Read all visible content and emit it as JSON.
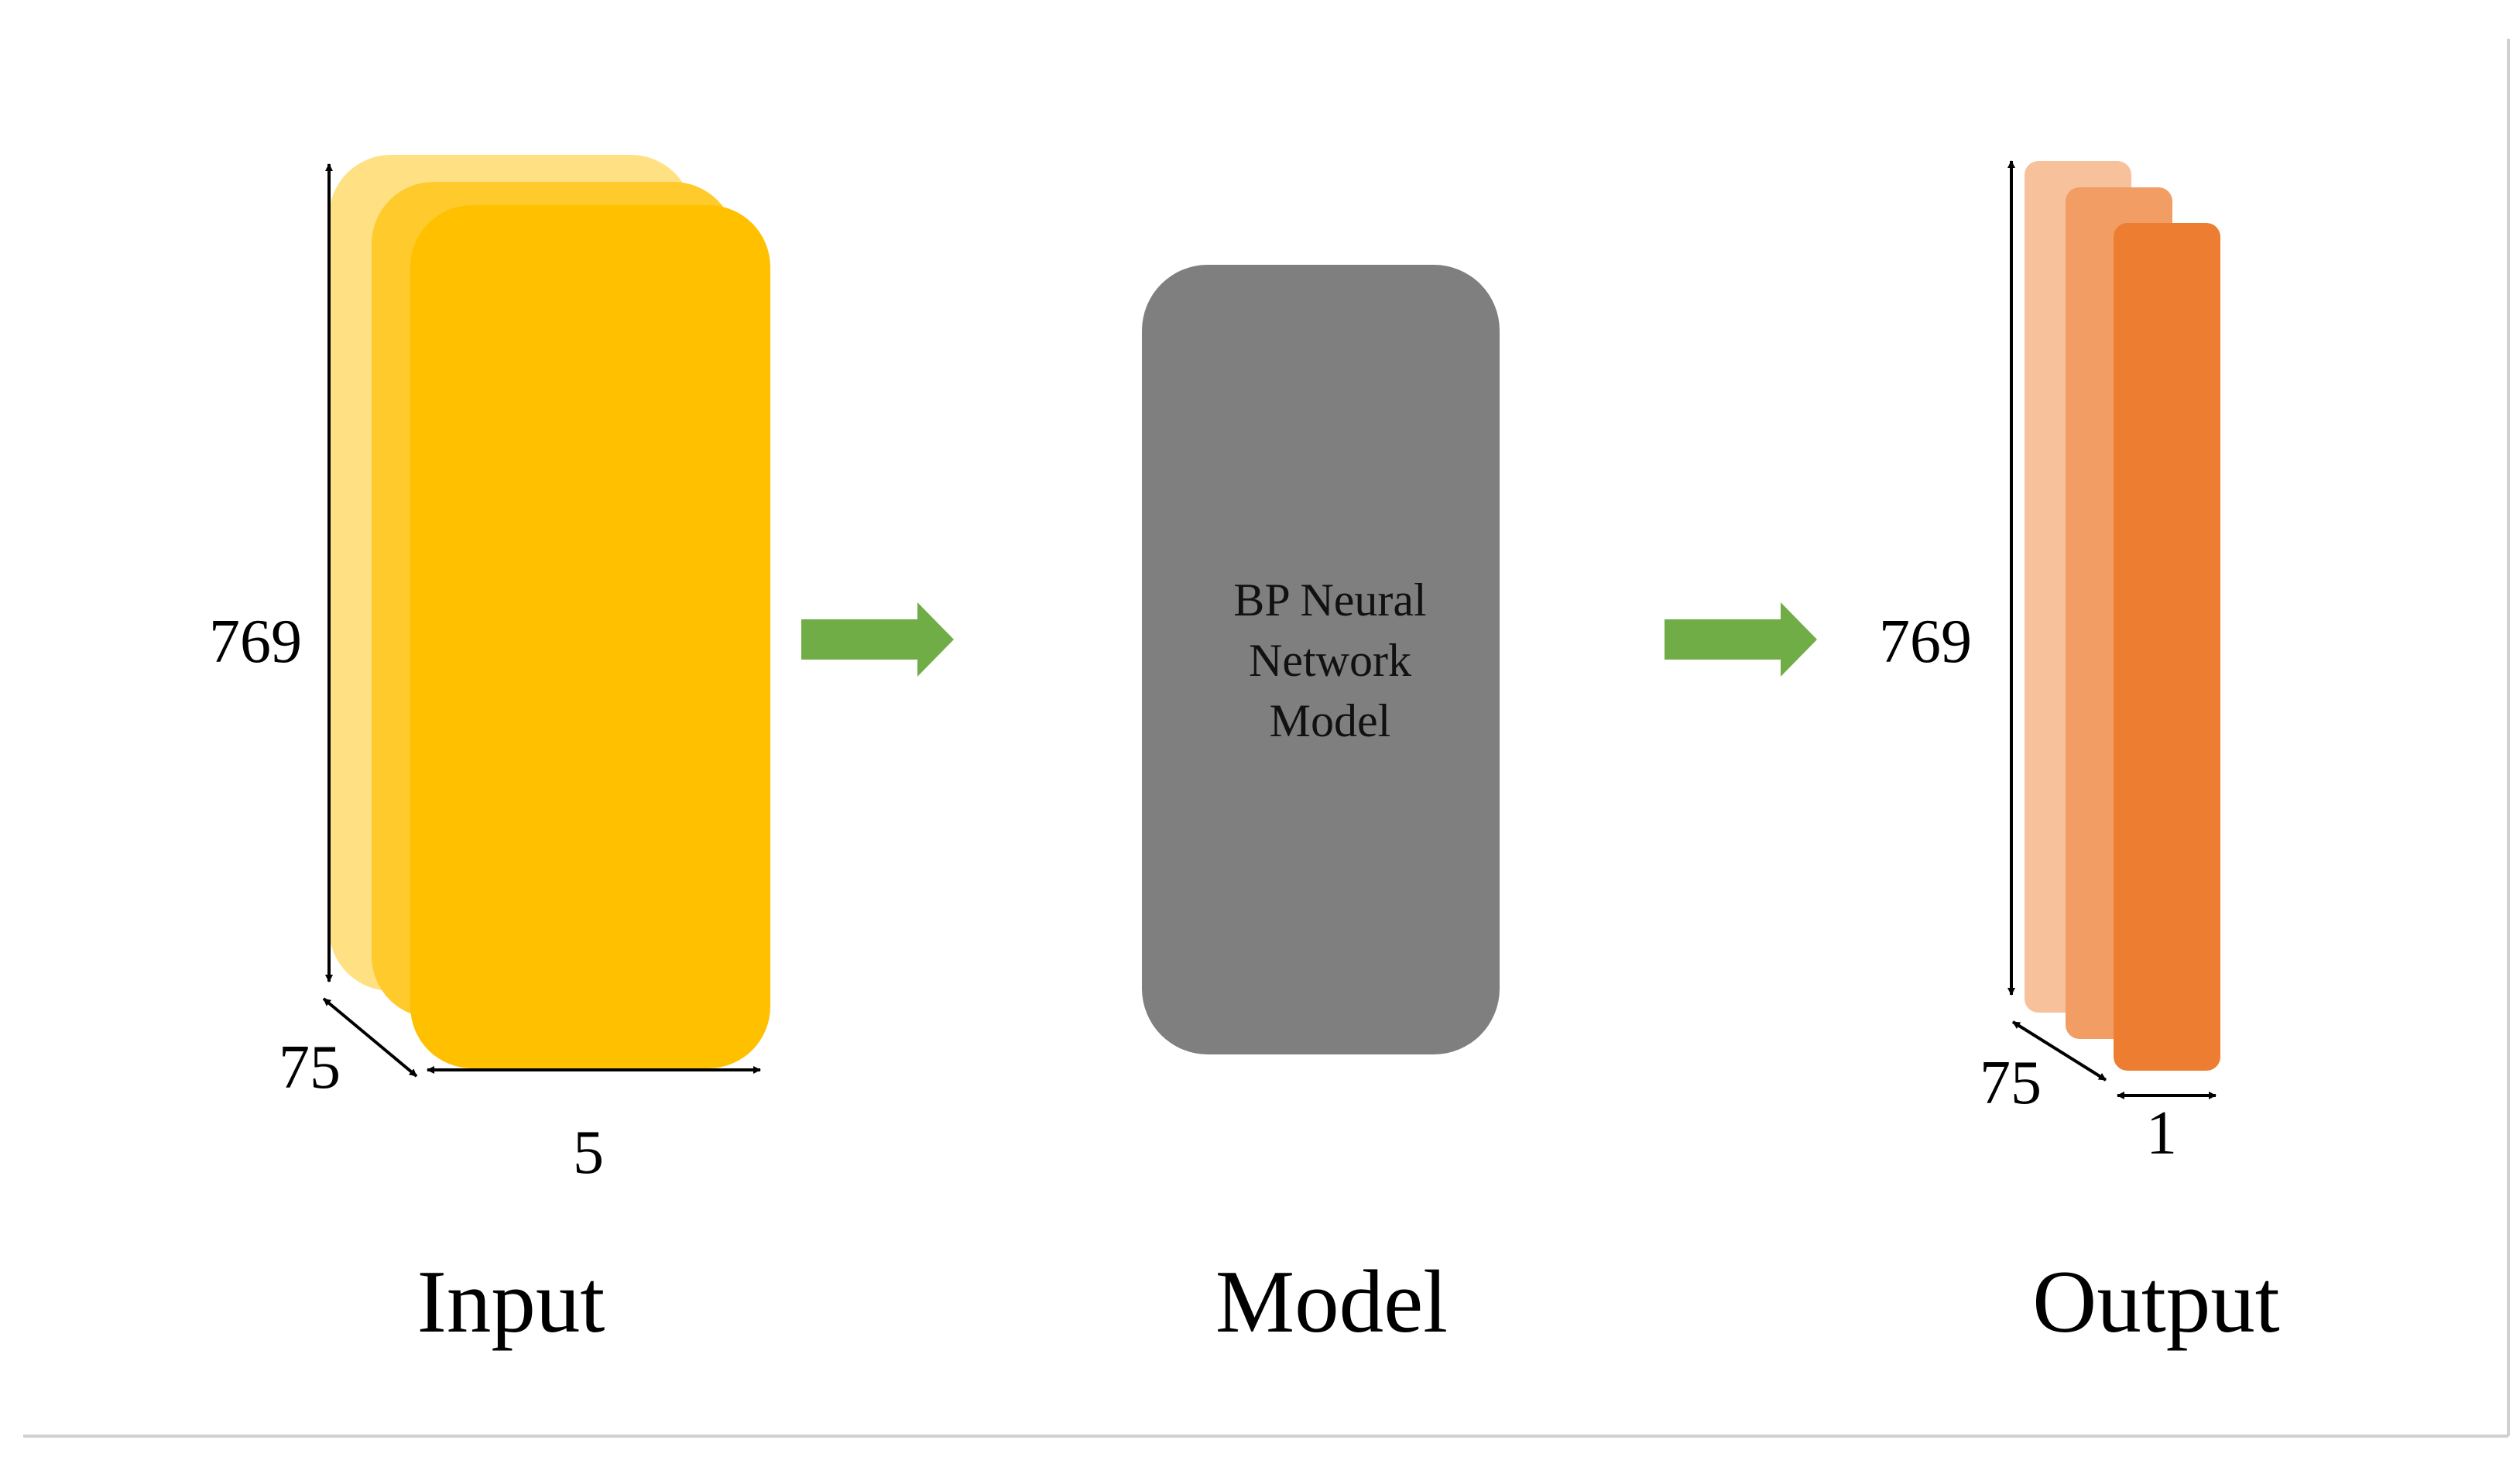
{
  "input": {
    "caption": "Input",
    "height_label": "769",
    "depth_label": "75",
    "width_label": "5"
  },
  "model": {
    "caption": "Model",
    "box_lines": [
      "BP Neural",
      "Network",
      "Model"
    ]
  },
  "output": {
    "caption": "Output",
    "height_label": "769",
    "depth_label": "75",
    "width_label": "1"
  },
  "colors": {
    "input_back": "#FFE083",
    "input_middle": "#FFCA2B",
    "input_front": "#FFC000",
    "model_box": "#7F7F7F",
    "output_back": "#F6C19B",
    "output_middle": "#F29D63",
    "output_front": "#ED7D31",
    "arrow": "#70AD47",
    "frame_line": "#D0D0D0"
  }
}
